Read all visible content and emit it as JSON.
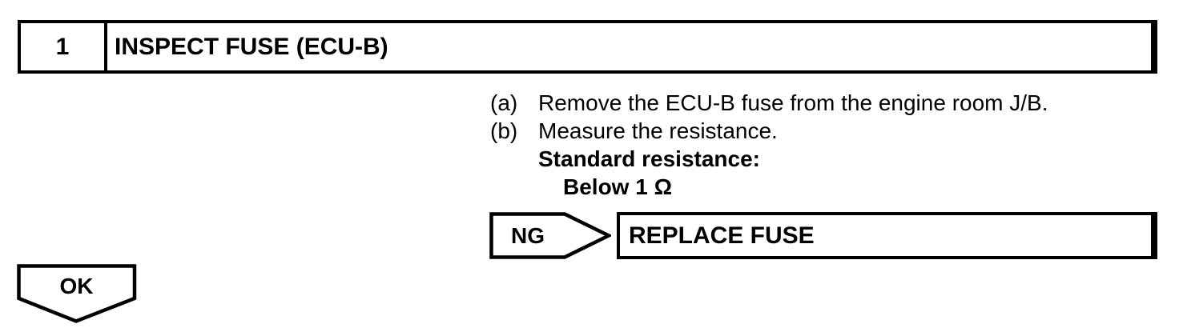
{
  "page": {
    "background_color": "#ffffff",
    "ink_color": "#000000"
  },
  "step_header": {
    "number": "1",
    "title": "INSPECT FUSE (ECU-B)"
  },
  "instructions": [
    {
      "label": "(a)",
      "text": "Remove the ECU-B fuse from the engine room J/B."
    },
    {
      "label": "(b)",
      "text": "Measure the resistance."
    }
  ],
  "spec": {
    "heading": "Standard resistance:",
    "value": "Below 1 Ω"
  },
  "ng_branch": {
    "result_label": "NG",
    "action_label": "REPLACE FUSE"
  },
  "ok_branch": {
    "result_label": "OK"
  }
}
